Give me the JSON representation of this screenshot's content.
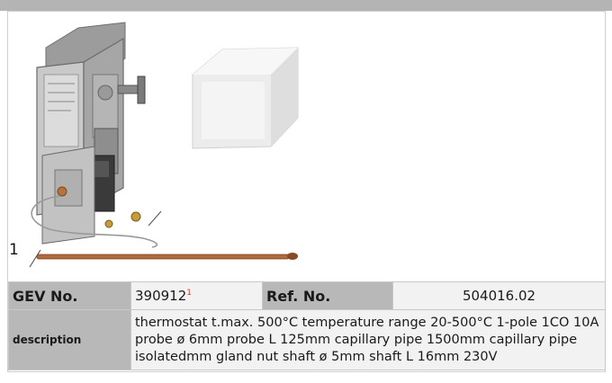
{
  "figure": {
    "callout": "1"
  },
  "table": {
    "gev_label": "GEV No.",
    "gev_value": "390912",
    "gev_note": "1",
    "ref_label": "Ref. No.",
    "ref_value": "504016.02",
    "desc_label": "description",
    "desc_text": "thermostat  t.max. 500°C temperature range 20-500°C 1-pole 1CO 10A probe ø 6mm probe L 125mm capillary pipe 1500mm capillary pipe isolatedmm gland nut shaft ø 5mm shaft L 16mm 230V"
  },
  "colors": {
    "header": "#b4b4b4",
    "label_bg": "#b8b8b8",
    "value_bg": "#f2f2f2",
    "note": "#d23a2a"
  }
}
